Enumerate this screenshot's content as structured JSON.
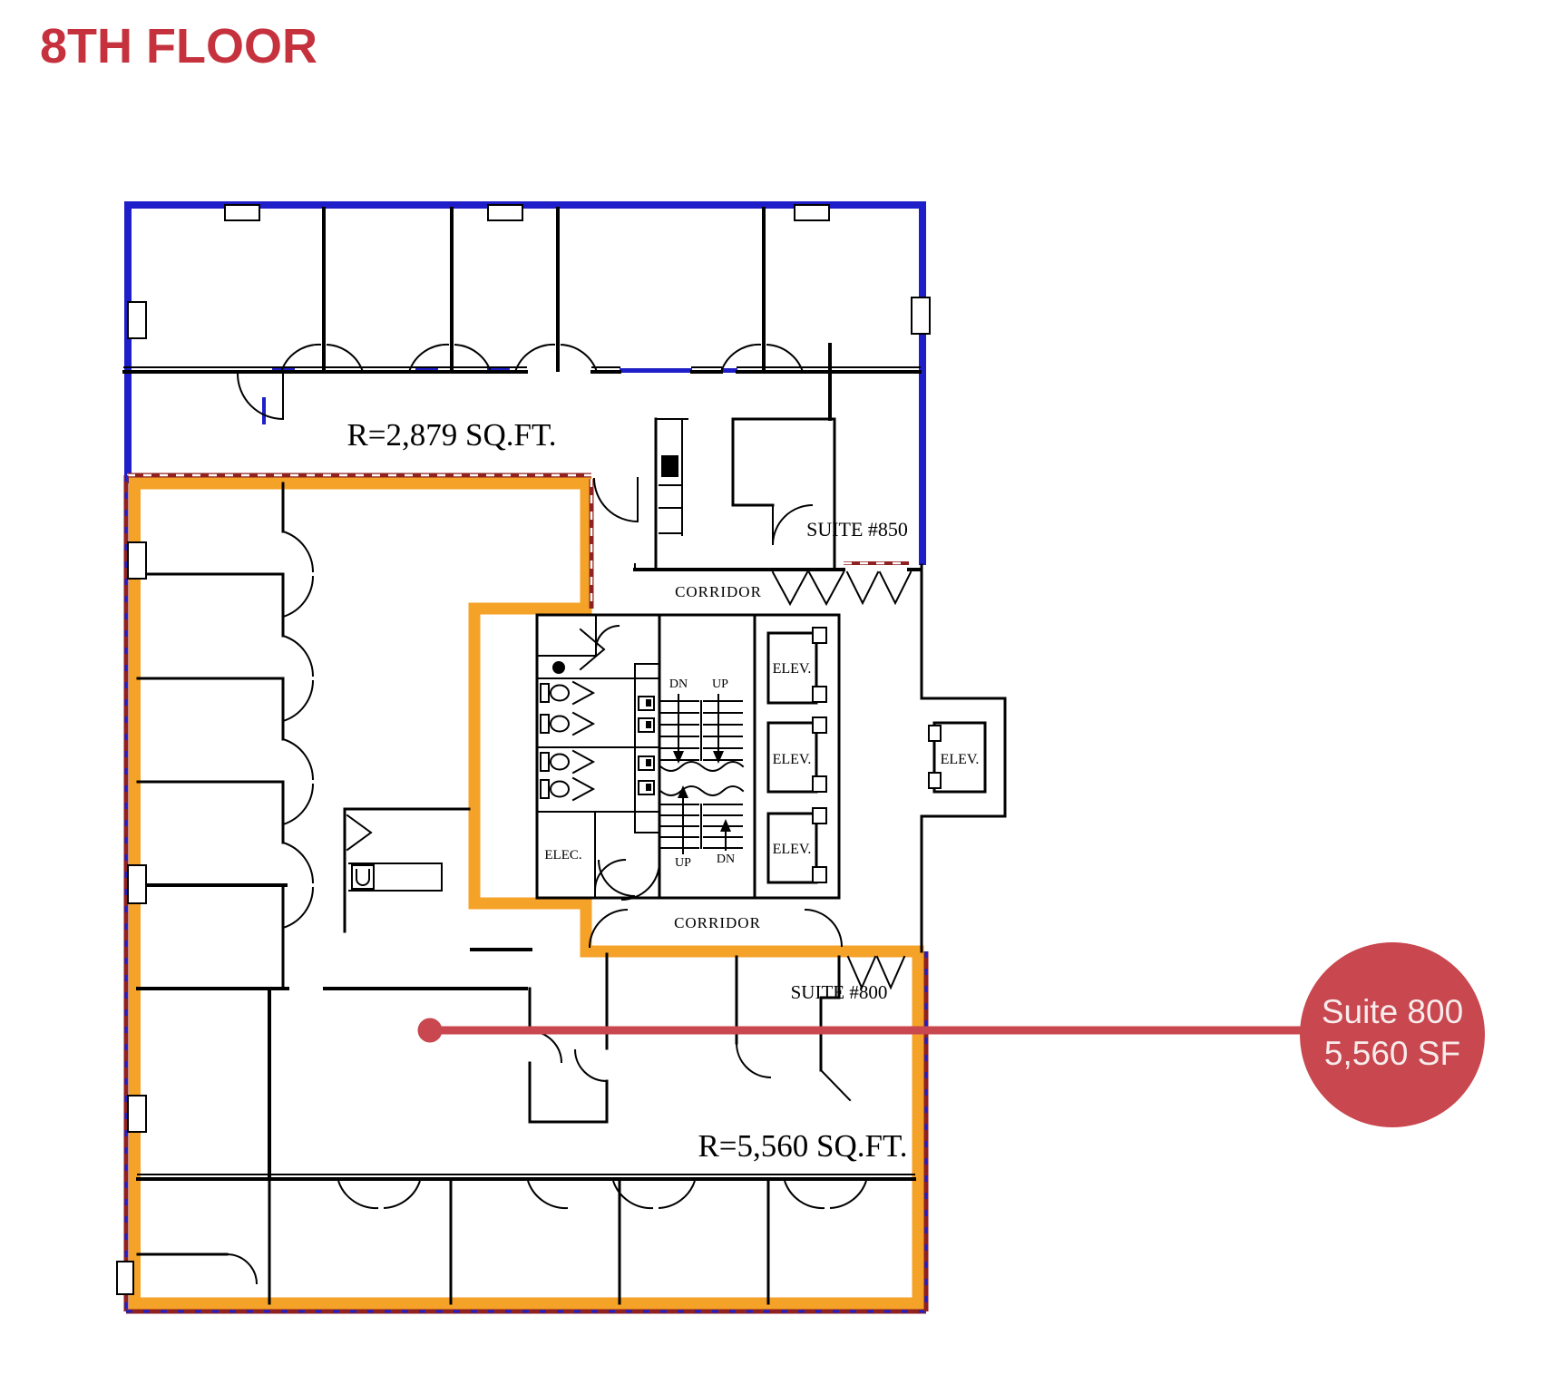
{
  "title": "8TH FLOOR",
  "colors": {
    "accent_red": "#c5323e",
    "callout_red": "#c9474f",
    "suite_orange": "#f4a228",
    "lease_blue": "#1f1fc9",
    "boundary_maroon": "#8f2121",
    "wall": "#000000"
  },
  "plan": {
    "area_upper": "R=2,879 SQ.FT.",
    "area_lower": "R=5,560 SQ.FT.",
    "suite_850": "SUITE #850",
    "suite_800": "SUITE #800",
    "corridor": "CORRIDOR",
    "elevator": "ELEV.",
    "electrical": "ELEC.",
    "stairs_down": "DN",
    "stairs_up": "UP"
  },
  "callout": {
    "line1": "Suite 800",
    "line2": "5,560 SF"
  }
}
